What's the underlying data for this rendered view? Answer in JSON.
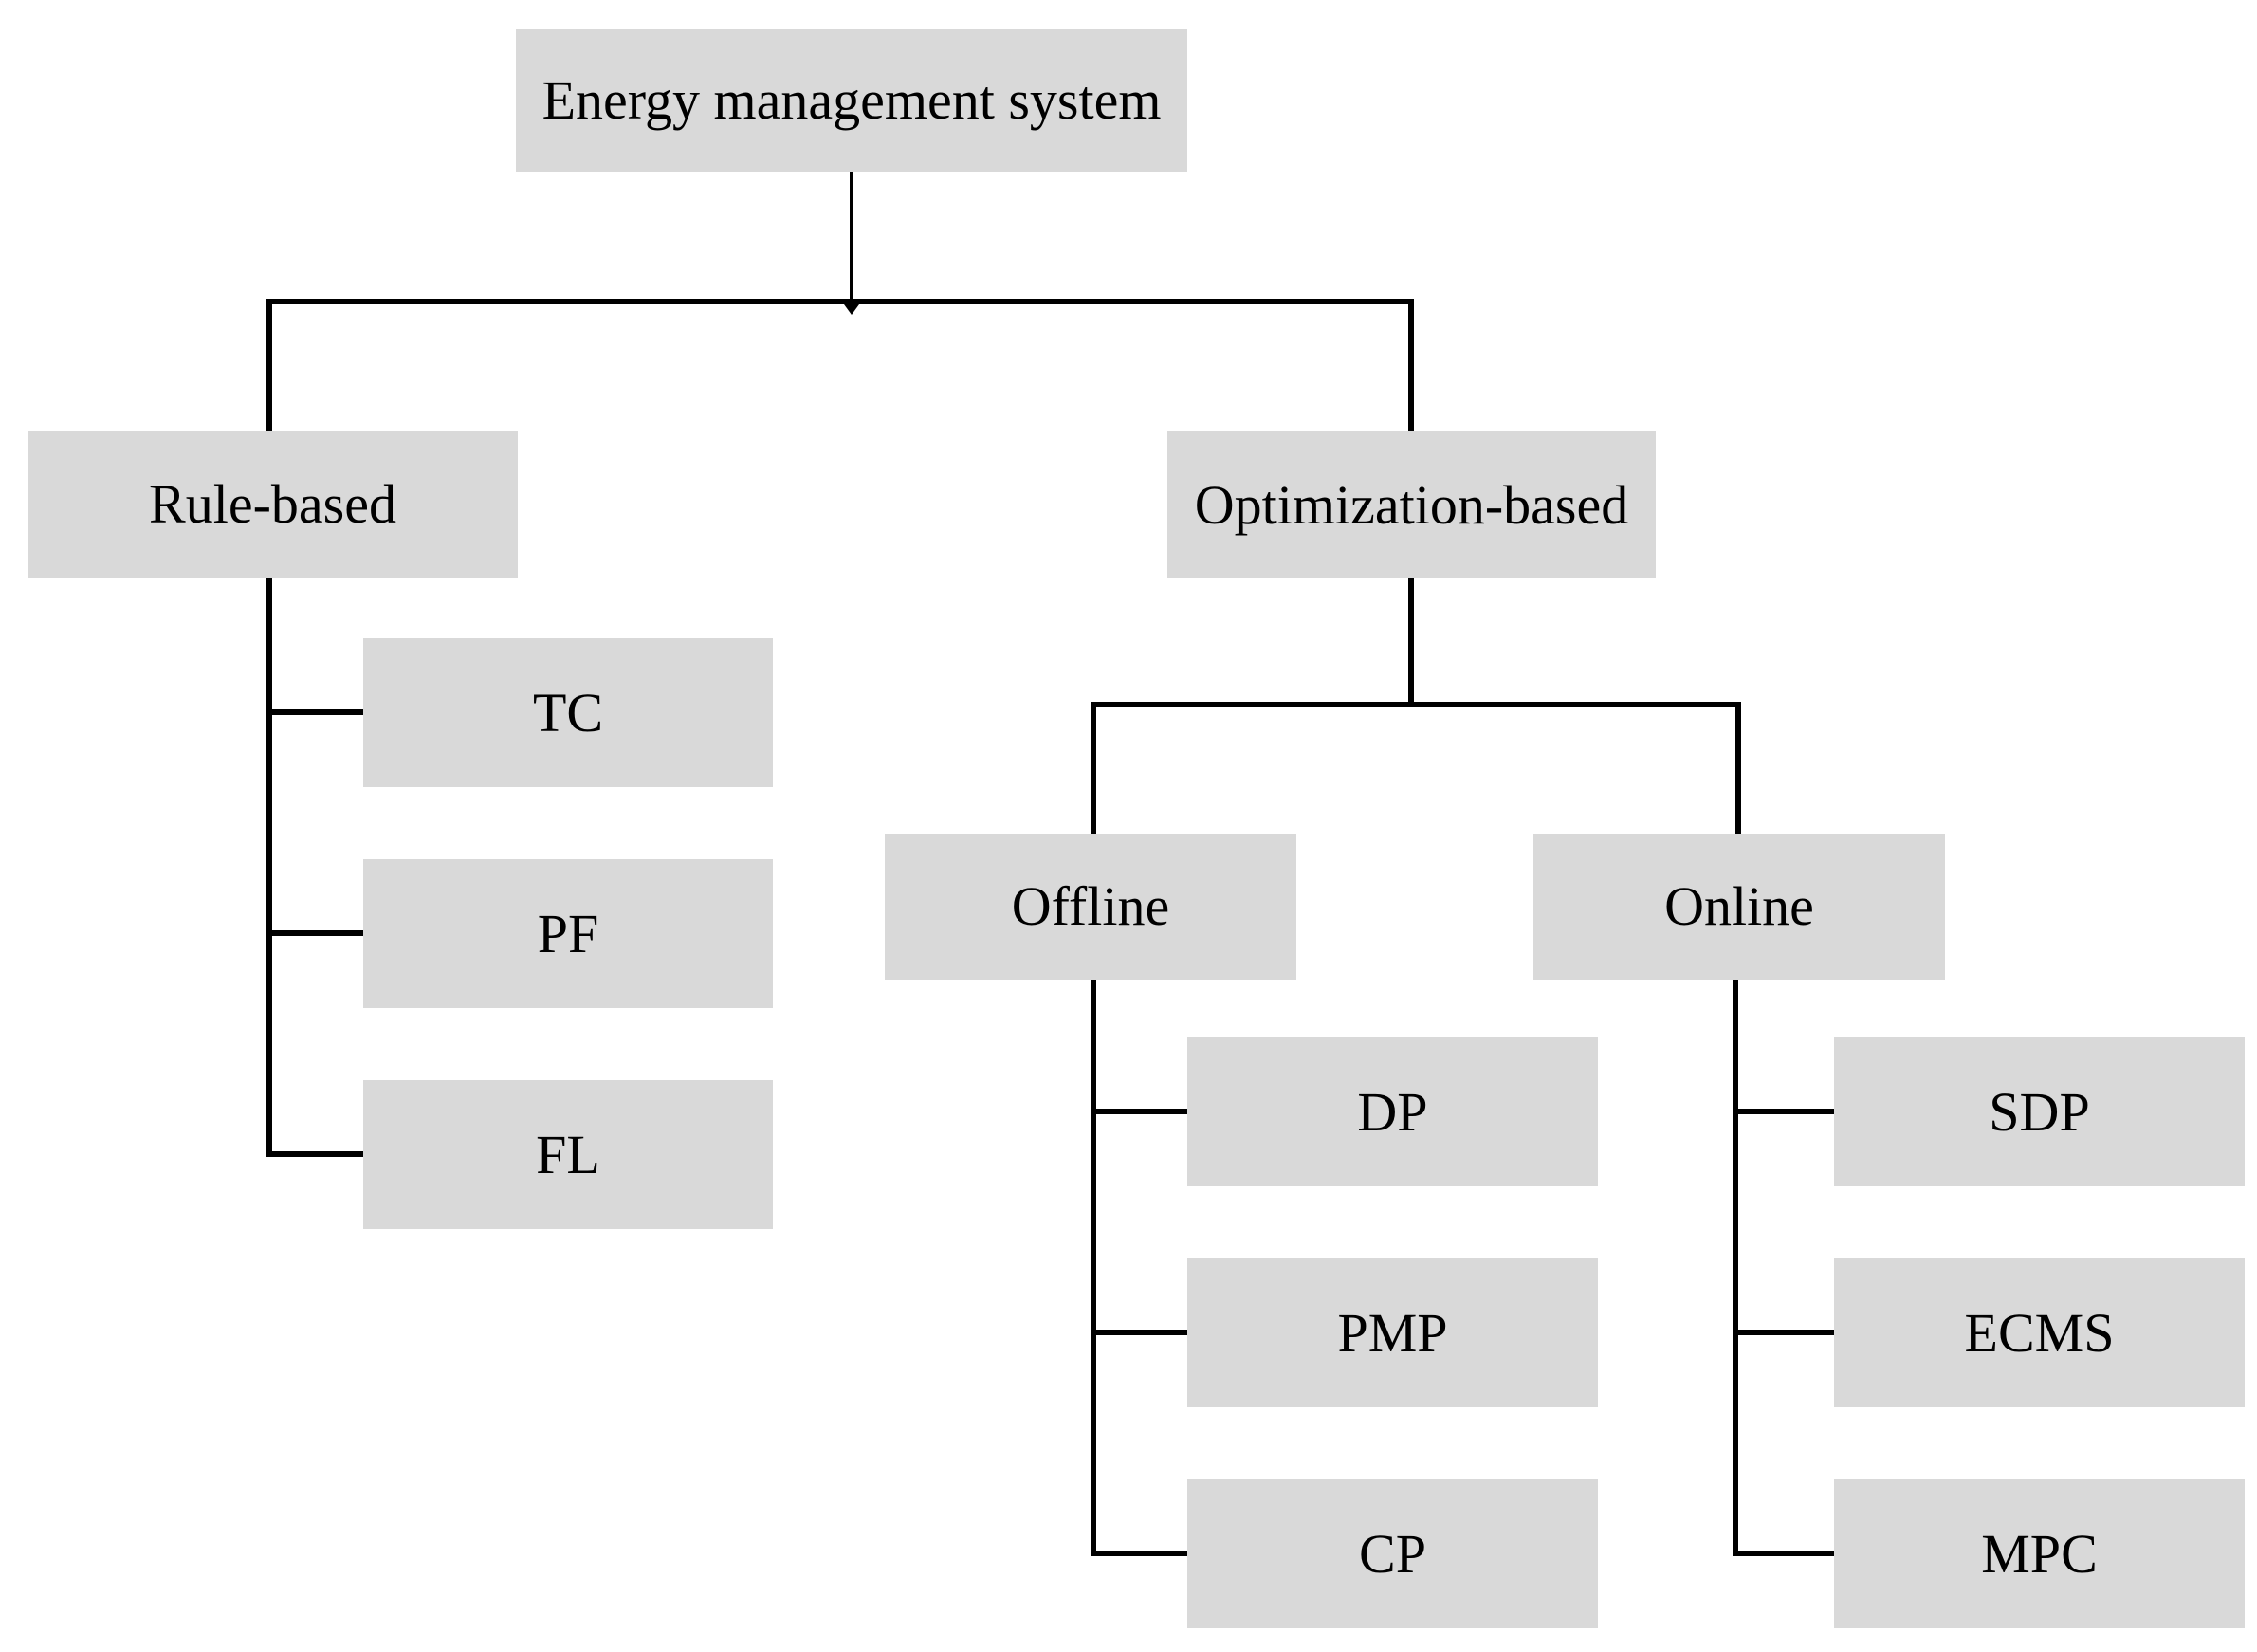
{
  "diagram": {
    "type": "tree",
    "title": "Energy management system",
    "nodes": {
      "root": {
        "label": "Energy management system"
      },
      "rule_based": {
        "label": "Rule-based"
      },
      "optimization_based": {
        "label": "Optimization-based"
      },
      "tc": {
        "label": "TC"
      },
      "pf": {
        "label": "PF"
      },
      "fl": {
        "label": "FL"
      },
      "offline": {
        "label": "Offline"
      },
      "online": {
        "label": "Online"
      },
      "dp": {
        "label": "DP"
      },
      "pmp": {
        "label": "PMP"
      },
      "cp": {
        "label": "CP"
      },
      "sdp": {
        "label": "SDP"
      },
      "ecms": {
        "label": "ECMS"
      },
      "mpc": {
        "label": "MPC"
      }
    },
    "hierarchy": {
      "Energy management system": {
        "Rule-based": [
          "TC",
          "PF",
          "FL"
        ],
        "Optimization-based": {
          "Offline": [
            "DP",
            "PMP",
            "CP"
          ],
          "Online": [
            "SDP",
            "ECMS",
            "MPC"
          ]
        }
      }
    },
    "colors": {
      "box_fill": "#d9d9d9",
      "line": "#000000",
      "text": "#000000",
      "background": "#ffffff"
    }
  }
}
